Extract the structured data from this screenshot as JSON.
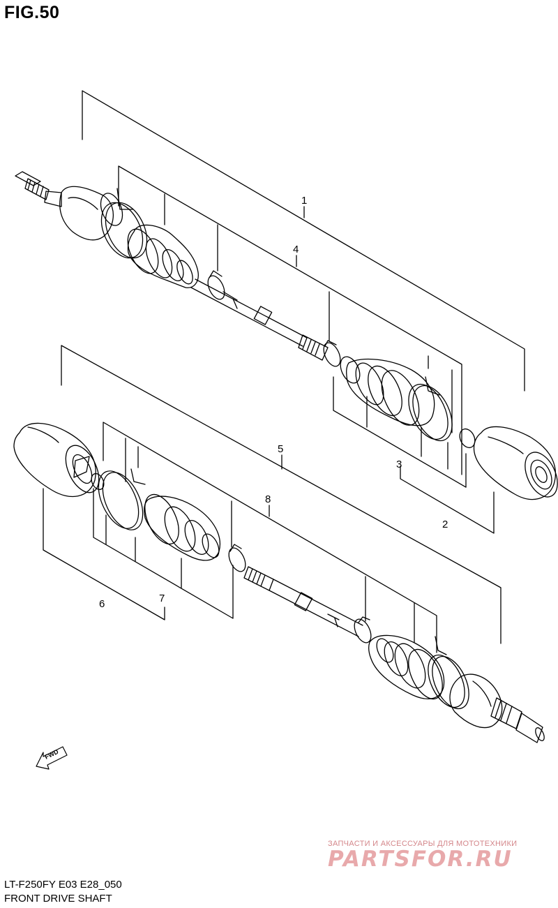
{
  "figure": {
    "title": "FIG.50",
    "model_code": "LT-F250FY E03 E28_050",
    "name": "FRONT DRIVE SHAFT"
  },
  "callouts": {
    "c1": "1",
    "c2": "2",
    "c3": "3",
    "c4": "4",
    "c5": "5",
    "c6": "6",
    "c7": "7",
    "c8": "8"
  },
  "direction_marker": "FWD",
  "watermark": {
    "tagline": "ЗАПЧАСТИ И АКСЕССУАРЫ ДЛЯ МОТОТЕХНИКИ",
    "logo": "PARTSFOR.RU"
  }
}
